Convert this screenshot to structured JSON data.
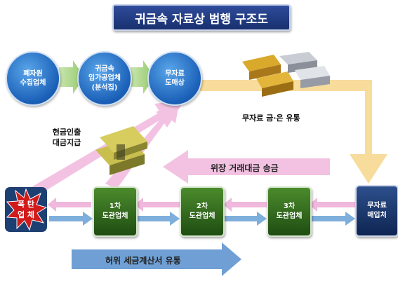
{
  "title": "귀금속 자료상 범행 구조도",
  "circles": [
    {
      "text": "폐자원\n수집업체"
    },
    {
      "text": "귀금속\n임가공업체\n(분석집)"
    },
    {
      "text": "무자료\n도매상"
    }
  ],
  "labels": {
    "gold_silver": "무자료 금·은 유통",
    "cash": "현금인출\n대금지급",
    "fake_remit": "위장 거래대금 송금",
    "fake_invoice": "허위 세금계산서 유통"
  },
  "bomb": "폭 탄\n업 체",
  "boxes": [
    {
      "text": "1차\n도관업체"
    },
    {
      "text": "2차\n도관업체"
    },
    {
      "text": "3차\n도관업체"
    }
  ],
  "buyer": "무자료\n매입처",
  "colors": {
    "title_bg": "#1f3a82",
    "circle": "#2a78d0",
    "pink_arrow": "#f0b8dc",
    "blue_arrow": "#7eaedb",
    "yellow_arrow": "#f7dc9c",
    "green_box": "#2f6b1e",
    "bomb": "#d11a1a"
  }
}
